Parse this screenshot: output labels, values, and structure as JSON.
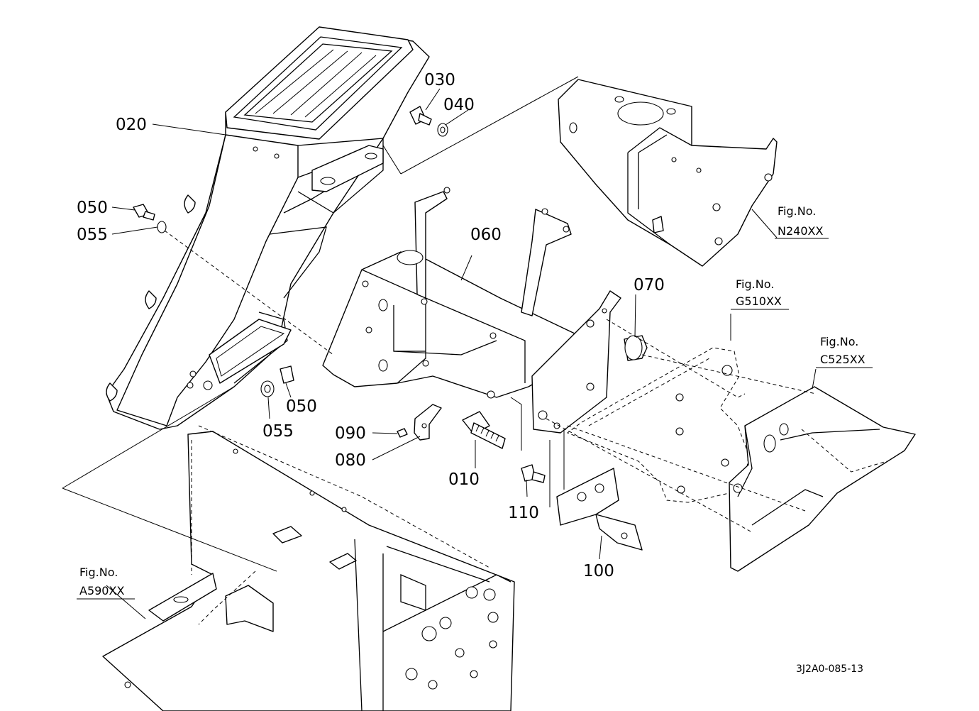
{
  "part_labels": {
    "p010": "010",
    "p020": "020",
    "p030": "030",
    "p040": "040",
    "p050a": "050",
    "p050b": "050",
    "p055a": "055",
    "p055b": "055",
    "p060": "060",
    "p070": "070",
    "p080": "080",
    "p090": "090",
    "p100": "100",
    "p110": "110"
  },
  "figure_refs": [
    {
      "heading": "Fig.No.",
      "code": "N240XX"
    },
    {
      "heading": "Fig.No.",
      "code": "G510XX"
    },
    {
      "heading": "Fig.No.",
      "code": "C525XX"
    },
    {
      "heading": "Fig.No.",
      "code": "A590XX"
    }
  ],
  "drawing_id": "3J2A0-085-13"
}
